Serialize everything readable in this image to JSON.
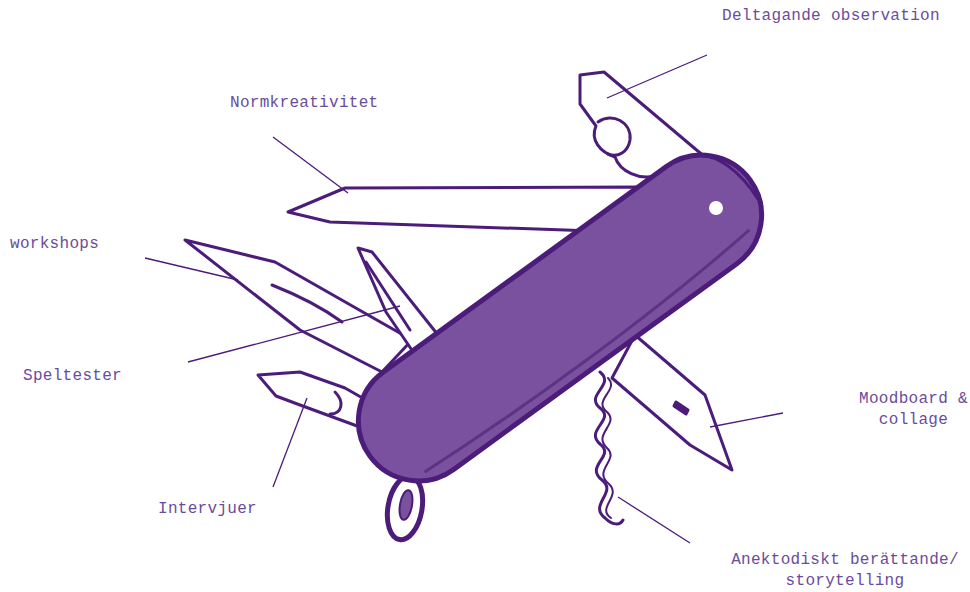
{
  "diagram": {
    "labels": [
      "Deltagande observation",
      "Normkreativitet",
      "workshops",
      "Speltester",
      "Moodboard & collage",
      "Intervjuer",
      "Anektodiskt berättande/ storytelling"
    ]
  }
}
